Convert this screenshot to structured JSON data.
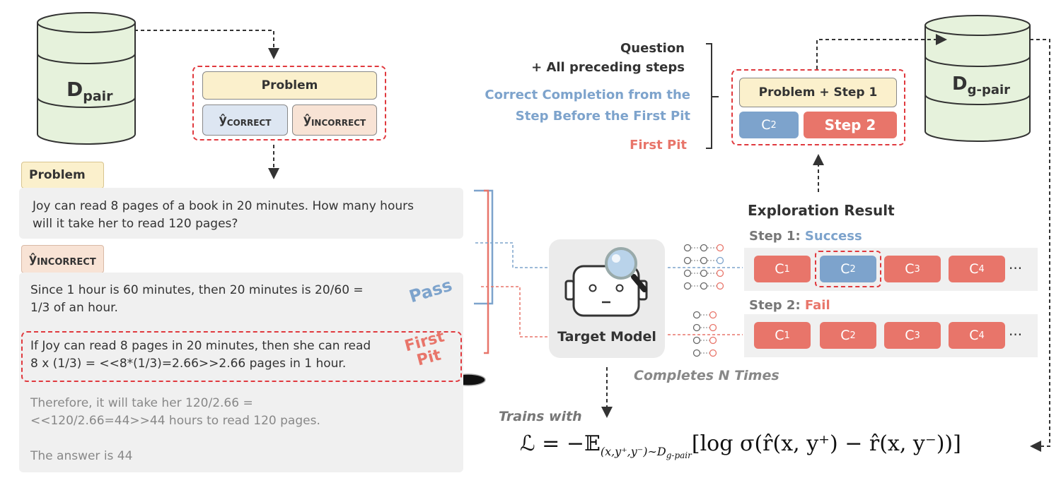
{
  "left": {
    "problem_tag": "Problem",
    "problem_text_line1": "Joy can read 8 pages of a book in 20 minutes. How many hours",
    "problem_text_line2": "will it take her to read 120 pages?",
    "incorrect_tag": "ŷ",
    "incorrect_tag_sub": "INCORRECT",
    "step1_line1": "Since 1 hour is 60 minutes, then 20 minutes is 20/60 =",
    "step1_line2": "1/3 of an hour.",
    "step2_line1": "If Joy can read 8 pages in 20 minutes, then she can read",
    "step2_line2": "8 x (1/3) = <<8*(1/3)=2.66>>2.66 pages in 1 hour.",
    "step3_line1": "Therefore, it will take her 120/2.66 =",
    "step3_line2": "<<120/2.66=44>>44 hours to read 120 pages.",
    "step4": "The answer is 44",
    "pass_label": "Pass",
    "first_pit_label_1": "First",
    "first_pit_label_2": "Pit"
  },
  "dpair": {
    "main": "D",
    "sub": "pair"
  },
  "top_pair": {
    "problem": "Problem",
    "correct_main": "ŷ",
    "correct_sub": "CORRECT",
    "incorrect_main": "ŷ",
    "incorrect_sub": "INCORRECT"
  },
  "legend": {
    "question": "Question",
    "preceding": "+ All preceding steps",
    "correct_line1": "Correct Completion from the",
    "correct_line2": "Step Before the First Pit",
    "first_pit": "First Pit"
  },
  "gpair_box": {
    "problem_step": "Problem + Step 1",
    "c_main": "C",
    "c_sub": "2",
    "step2": "Step 2"
  },
  "dgpair": {
    "main": "D",
    "sub": "g-pair"
  },
  "exploration": {
    "title": "Exploration Result",
    "step1_prefix": "Step 1: ",
    "step1_status": "Success",
    "step2_prefix": "Step 2: ",
    "step2_status": "Fail",
    "chip_main": "C",
    "chip_subs": [
      "1",
      "2",
      "3",
      "4"
    ],
    "ellipsis": "···"
  },
  "model": {
    "label": "Target Model",
    "completes": "Completes N Times"
  },
  "loss": {
    "trains_with": "Trains with",
    "formula_prefix": "ℒ = −𝔼",
    "formula_sub": "(x,y⁺,y⁻)∼D",
    "formula_sub2": "g-pair",
    "formula_body": "[log σ(r̂(x, y⁺) − r̂(x, y⁻))]"
  },
  "colors": {
    "blue": "#7da3cc",
    "red": "#e8756a",
    "red_dashed": "#e0393e",
    "green_db": "#e6f2dc",
    "yellow": "#fbf0cc",
    "peach": "#f8e3d5",
    "lightblue": "#dde6f2",
    "panel": "#f0f0f0"
  }
}
